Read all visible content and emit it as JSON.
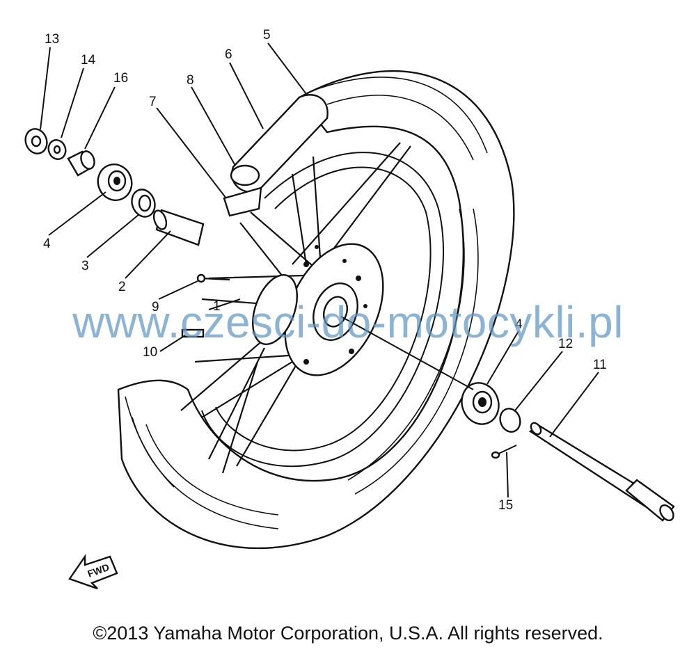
{
  "diagram": {
    "callouts": {
      "c1": "1",
      "c2": "2",
      "c3": "3",
      "c4a": "4",
      "c4b": "4",
      "c5": "5",
      "c6": "6",
      "c7": "7",
      "c8": "8",
      "c9": "9",
      "c10": "10",
      "c11": "11",
      "c12": "12",
      "c13": "13",
      "c14": "14",
      "c15": "15",
      "c16": "16"
    },
    "fwd_label": "FWD"
  },
  "watermark": "www.czesci-do-motocykli.pl",
  "copyright": "©2013 Yamaha Motor Corporation, U.S.A. All rights reserved."
}
